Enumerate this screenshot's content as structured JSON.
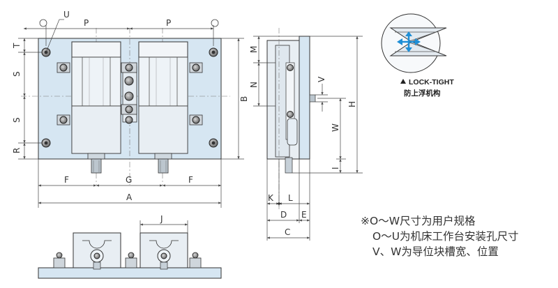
{
  "dimensions": {
    "U": "U",
    "P": "P",
    "T": "T",
    "S": "S",
    "R": "R",
    "B": "B",
    "F": "F",
    "G": "G",
    "A": "A",
    "J": "J",
    "M": "M",
    "N": "N",
    "V": "V",
    "W": "W",
    "H": "H",
    "I": "I",
    "K": "K",
    "L": "L",
    "D": "D",
    "E": "E",
    "C": "C"
  },
  "lock_tight": {
    "title": "LOCK-TIGHT",
    "subtitle": "防上浮机构"
  },
  "notes": [
    "※O～W尺寸为用户规格",
    "O～U为机床工作台安装孔尺寸",
    "V、W为导位块槽宽、位置"
  ],
  "colors": {
    "plate": "#d6e6f2",
    "body": "#e8eef3",
    "lock_arrow": "#1f8fd6",
    "outline": "#333333"
  }
}
